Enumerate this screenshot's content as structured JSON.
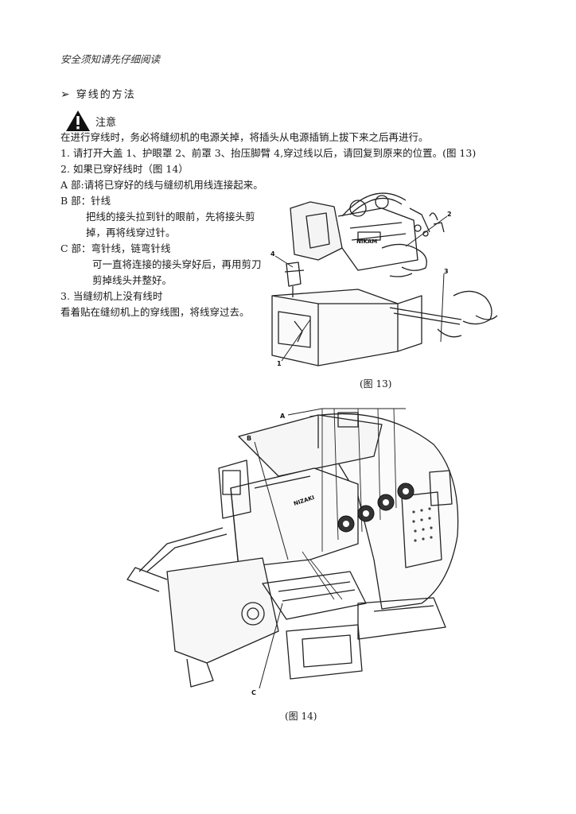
{
  "header": {
    "text": "安全须知请先仔细阅读"
  },
  "section": {
    "title": "穿线的方法"
  },
  "caution": {
    "label": "注意"
  },
  "body": {
    "p1": "在进行穿线时，务必将缝纫机的电源关掉，将插头从电源插销上拔下来之后再进行。",
    "p2": "1.  请打开大盖 1、护眼罩 2、前罩 3、抬压脚臂 4,穿过线以后，请回复到原来的位置。(图 13)",
    "p3": "2.  如果已穿好线时（图 14）",
    "p4": "A 部:请将已穿好的线与缝纫机用线连接起来。",
    "p5": "B 部：针线",
    "p6": "把线的接头拉到针的眼前，先将接头剪",
    "p7": "掉，再将线穿过针。",
    "p8": "C 部：弯针线，链弯针线",
    "p9": "可一直将连接的接头穿好后，再用剪刀",
    "p10": "剪掉线头并整好。",
    "p11": "3.  当缝纫机上没有线时",
    "p12": "看着贴在缝纫机上的穿线图，将线穿过去。"
  },
  "figure13": {
    "caption": "(图 13)",
    "callouts": [
      "1",
      "2",
      "3",
      "4"
    ],
    "brand": "NIKAM"
  },
  "figure14": {
    "caption": "(图 14)",
    "callouts": [
      "A",
      "B",
      "C"
    ],
    "brand": "NIZAKI"
  }
}
